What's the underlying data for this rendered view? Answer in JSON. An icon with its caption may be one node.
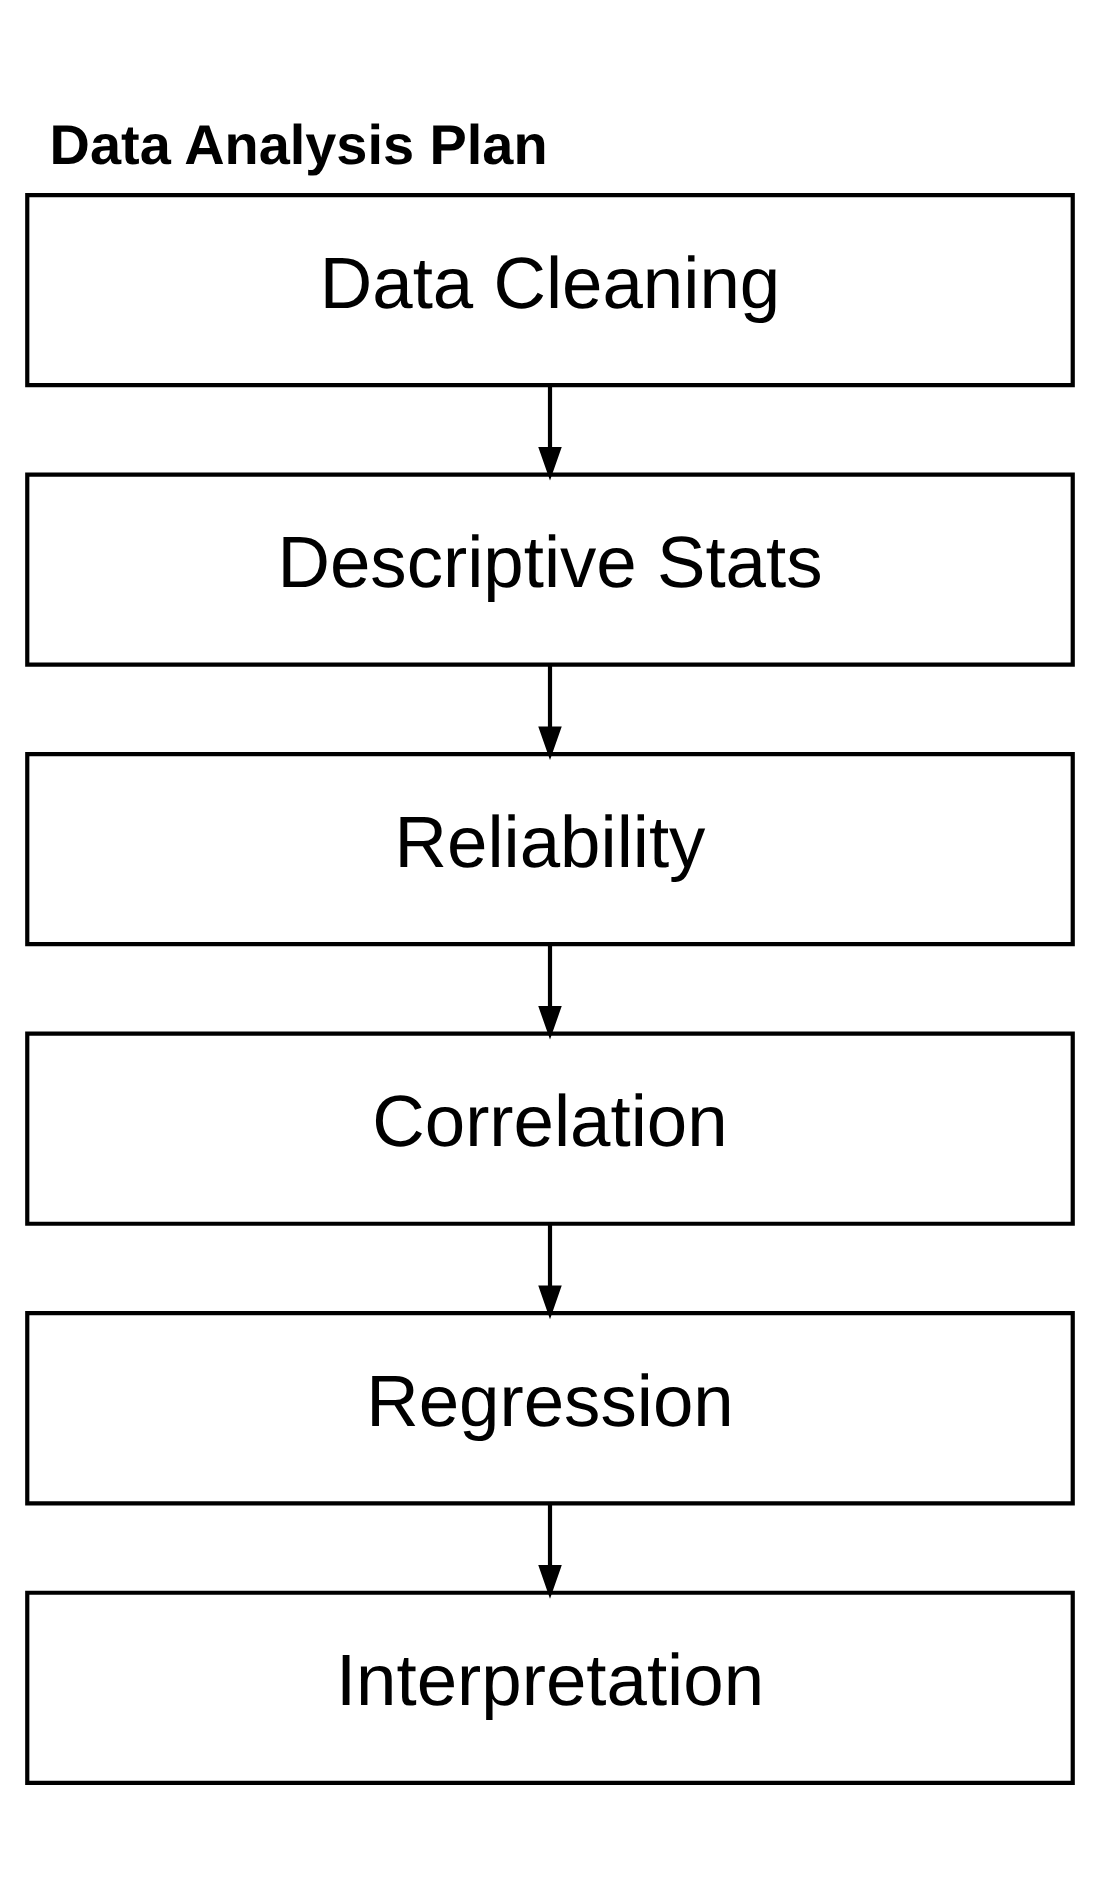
{
  "diagram": {
    "title": "Data Analysis Plan",
    "nodes": [
      {
        "text": [
          "Data Cleaning"
        ]
      },
      {
        "text": [
          "Descriptive Stats"
        ]
      },
      {
        "text": [
          "Reliability"
        ]
      },
      {
        "text": [
          "Correlation"
        ]
      },
      {
        "text": [
          "Regression"
        ]
      },
      {
        "text": [
          "Interpretation"
        ]
      }
    ],
    "edges": [
      {
        "from": 0,
        "to": 1,
        "arrow": "to"
      },
      {
        "from": 1,
        "to": 2,
        "arrow": "to"
      },
      {
        "from": 2,
        "to": 3,
        "arrow": "to"
      },
      {
        "from": 3,
        "to": 4,
        "arrow": "to"
      },
      {
        "from": 4,
        "to": 5,
        "arrow": "to"
      }
    ]
  }
}
